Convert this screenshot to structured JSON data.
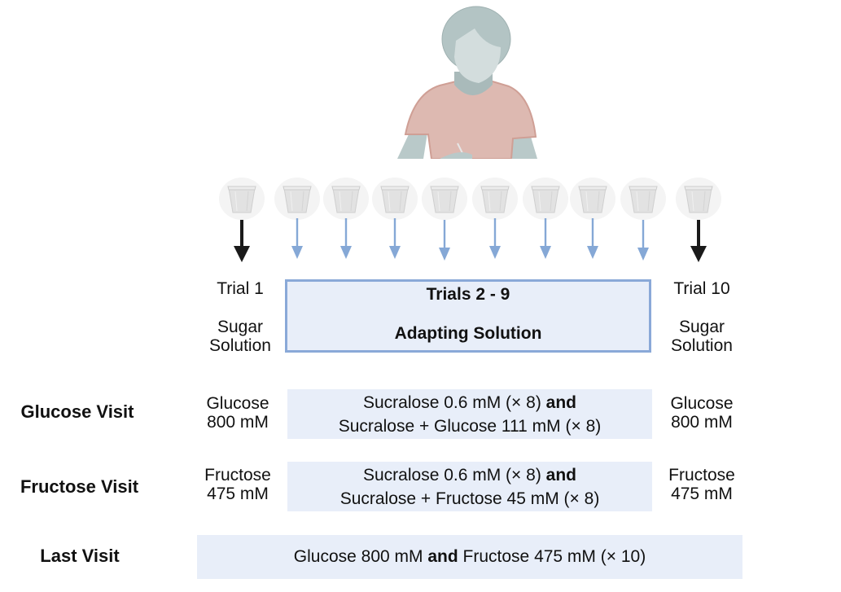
{
  "figure": {
    "participant_icon": "seated-person-icon",
    "cup_icon": "cup-icon",
    "cups": [
      {
        "trial": 1,
        "arrow": "black"
      },
      {
        "trial": 2,
        "arrow": "blue"
      },
      {
        "trial": 3,
        "arrow": "blue"
      },
      {
        "trial": 4,
        "arrow": "blue"
      },
      {
        "trial": 5,
        "arrow": "blue"
      },
      {
        "trial": 6,
        "arrow": "blue"
      },
      {
        "trial": 7,
        "arrow": "blue"
      },
      {
        "trial": 8,
        "arrow": "blue"
      },
      {
        "trial": 9,
        "arrow": "blue"
      },
      {
        "trial": 10,
        "arrow": "black"
      }
    ],
    "colors": {
      "arrow_black": "#1a1a1a",
      "arrow_blue": "#85a8d6",
      "box_fill": "#e8eef9",
      "box_border": "#8aa9d8",
      "shirt": "#ddb9b1",
      "skin": "#b9c9c9"
    }
  },
  "trial_1": {
    "title": "Trial 1",
    "line1": "Sugar",
    "line2": "Solution"
  },
  "trial_10": {
    "title": "Trial 10",
    "line1": "Sugar",
    "line2": "Solution"
  },
  "adapting_box": {
    "title": "Trials 2 - 9",
    "subtitle": "Adapting Solution"
  },
  "visits": {
    "glucose": {
      "label": "Glucose Visit",
      "start_line1": "Glucose",
      "start_line2": "800 mM",
      "adapt_line1_pre": "Sucralose 0.6 mM (× 8) ",
      "adapt_line1_bold": "and",
      "adapt_line2": "Sucralose + Glucose 111  mM (× 8)",
      "end_line1": "Glucose",
      "end_line2": "800 mM"
    },
    "fructose": {
      "label": "Fructose Visit",
      "start_line1": "Fructose",
      "start_line2": "475 mM",
      "adapt_line1_pre": "Sucralose 0.6 mM  (× 8) ",
      "adapt_line1_bold": "and",
      "adapt_line2": "Sucralose + Fructose 45 mM  (× 8)",
      "end_line1": "Fructose",
      "end_line2": "475 mM"
    },
    "last": {
      "label": "Last Visit",
      "text_pre": "Glucose 800 mM ",
      "text_bold": "and",
      "text_post": " Fructose 475 mM  (× 10)"
    }
  }
}
